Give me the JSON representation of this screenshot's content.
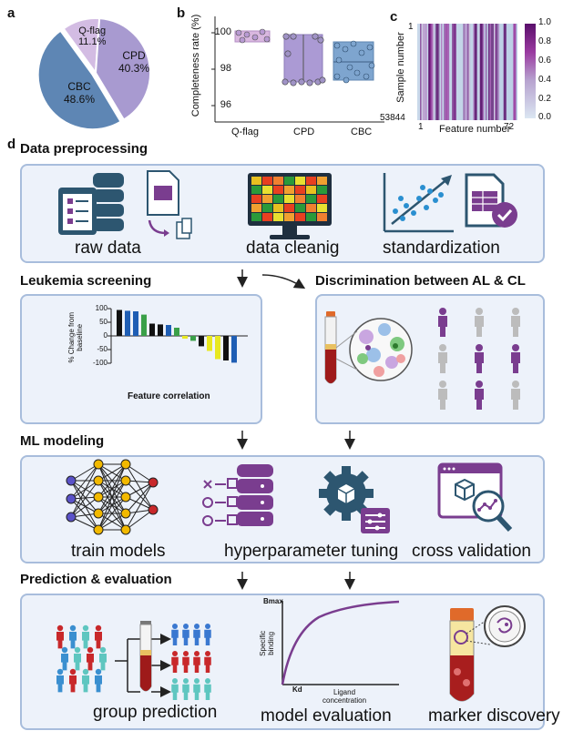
{
  "panel_labels": {
    "a": "a",
    "b": "b",
    "c": "c",
    "d": "d"
  },
  "pie": {
    "slices": [
      {
        "name": "CBC",
        "pct": "48.6%",
        "value": 48.6,
        "color": "#5e86b4"
      },
      {
        "name": "CPD",
        "pct": "40.3%",
        "value": 40.3,
        "color": "#a89ad0"
      },
      {
        "name": "Q-flag",
        "pct": "11.1%",
        "value": 11.1,
        "color": "#d3bce3"
      }
    ]
  },
  "boxplot": {
    "ylabel": "Completeness rate (%)",
    "yticks": [
      "100",
      "98",
      "96"
    ],
    "categories": [
      "Q-flag",
      "CPD",
      "CBC"
    ]
  },
  "heatmap": {
    "ylabel": "Sample number",
    "xlabel": "Feature number",
    "y_top": "1",
    "y_bottom": "53844",
    "x_left": "1",
    "x_right": "72",
    "colorbar_ticks": [
      "1.0",
      "0.8",
      "0.6",
      "0.4",
      "0.2",
      "0.0"
    ]
  },
  "sections": {
    "data_preprocessing": "Data preprocessing",
    "leukemia_screening": "Leukemia screening",
    "discrimination": "Discrimination between AL & CL",
    "ml_modeling": "ML modeling",
    "prediction": "Prediction & evaluation"
  },
  "captions": {
    "raw_data": "raw data",
    "data_cleaning": "data cleanig",
    "standardization": "standardization",
    "train_models": "train models",
    "hyperparameter": "hyperparameter tuning",
    "cross_validation": "cross validation",
    "group_prediction": "group prediction",
    "model_evaluation": "model evaluation",
    "marker_discovery": "marker discovery"
  },
  "waterfall": {
    "ylabel_line1": "% Change from",
    "ylabel_line2": "baseline",
    "xlabel": "Feature correlation",
    "yticks": [
      "100",
      "50",
      "0",
      "-50",
      "-100"
    ],
    "values": [
      95,
      92,
      90,
      78,
      45,
      42,
      40,
      30,
      -10,
      -18,
      -38,
      -55,
      -85,
      -90,
      -98
    ],
    "colors": [
      "#111111",
      "#1f5eb4",
      "#1f5eb4",
      "#3aa048",
      "#111111",
      "#111111",
      "#1f5eb4",
      "#3aa048",
      "#e8e820",
      "#3aa048",
      "#111111",
      "#e8e820",
      "#e8e820",
      "#111111",
      "#1f5eb4"
    ]
  },
  "binding": {
    "bmax": "Bmax",
    "ylabel_line1": "Specific",
    "ylabel_line2": "binding",
    "kd": "Kd",
    "xlabel_line1": "Ligand",
    "xlabel_line2": "concentration"
  },
  "colors": {
    "panel_bg": "#edf2fa",
    "panel_border": "#a8bddc",
    "purple": "#7a3d8f",
    "navy": "#2d5670"
  }
}
